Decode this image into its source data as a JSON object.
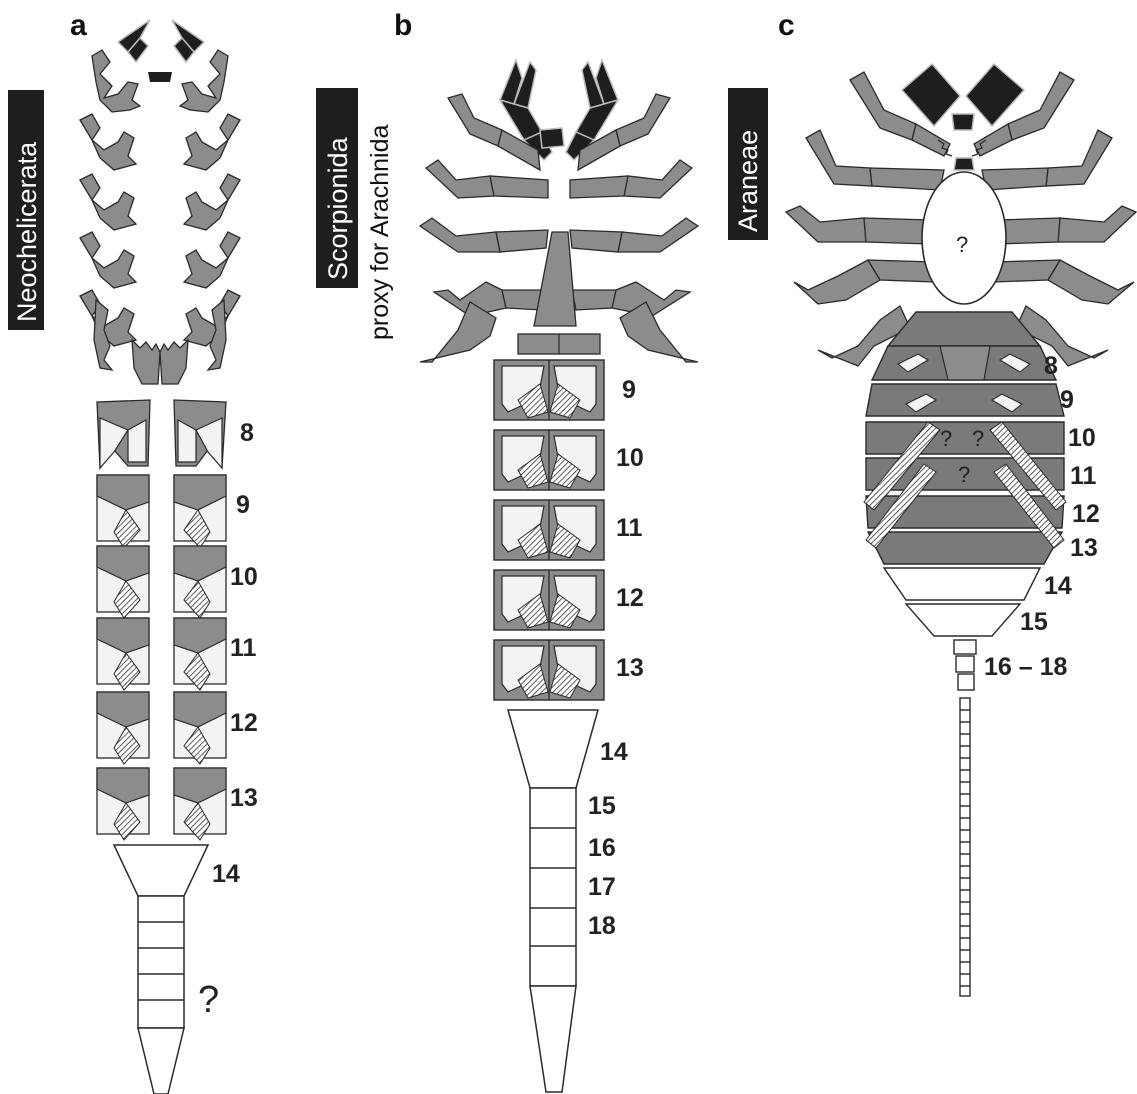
{
  "colors": {
    "leg": "#8c8c8c",
    "dark": "#1e1e1e",
    "plate": "#f3f3f3",
    "line": "#2a2a2a",
    "seg": "#7a7a7a"
  },
  "panels": [
    {
      "id": "a",
      "letter": "a",
      "taxon": "Neochelicerata",
      "subtitle": "",
      "segment_labels": [
        "8",
        "9",
        "10",
        "11",
        "12",
        "13",
        "14"
      ],
      "unknown": "?"
    },
    {
      "id": "b",
      "letter": "b",
      "taxon": "Scorpionida",
      "subtitle": "proxy for Arachnida",
      "segment_labels": [
        "9",
        "10",
        "11",
        "12",
        "13",
        "14",
        "15",
        "16",
        "17",
        "18"
      ]
    },
    {
      "id": "c",
      "letter": "c",
      "taxon": "Araneae",
      "subtitle": "",
      "segment_labels": [
        "8",
        "9",
        "10",
        "11",
        "12",
        "13",
        "14",
        "15",
        "16 – 18"
      ],
      "unknowns": [
        "?",
        "?",
        "?",
        "?"
      ]
    }
  ]
}
